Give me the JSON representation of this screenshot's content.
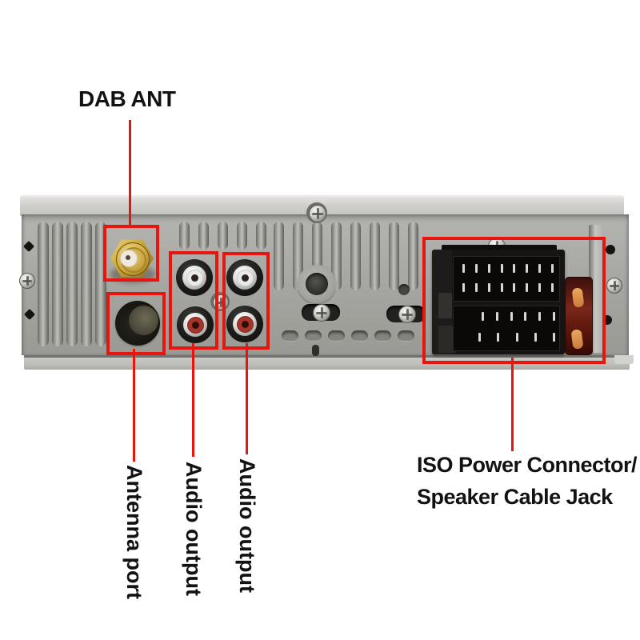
{
  "figure": {
    "type": "annotated-hardware-diagram",
    "subject": "car stereo rear panel connector diagram"
  },
  "annotations": {
    "dab_ant": "DAB ANT",
    "antenna_port": "Antenna port",
    "audio_output_1": "Audio output",
    "audio_output_2": "Audio output",
    "iso_line1": "ISO Power Connector/",
    "iso_line2": "Speaker Cable Jack"
  },
  "ports": [
    {
      "id": "dab-antenna-sma-connector",
      "label": "DAB ANT"
    },
    {
      "id": "antenna-port",
      "label": "Antenna port"
    },
    {
      "id": "rca-audio-output-pair-1",
      "label": "Audio output"
    },
    {
      "id": "rca-audio-output-pair-2",
      "label": "Audio output"
    },
    {
      "id": "iso-power-speaker-connector",
      "label": "ISO Power Connector/ Speaker Cable Jack"
    }
  ],
  "colors": {
    "annotation_red": "#e8150e",
    "panel_gray": "#a7a7a3",
    "gold_connector": "#d3ad40",
    "rca_white": "#eceae6",
    "rca_red": "#a5342c",
    "connector_black": "#161513",
    "fuse_red": "#7a271a",
    "background": "#ffffff"
  }
}
